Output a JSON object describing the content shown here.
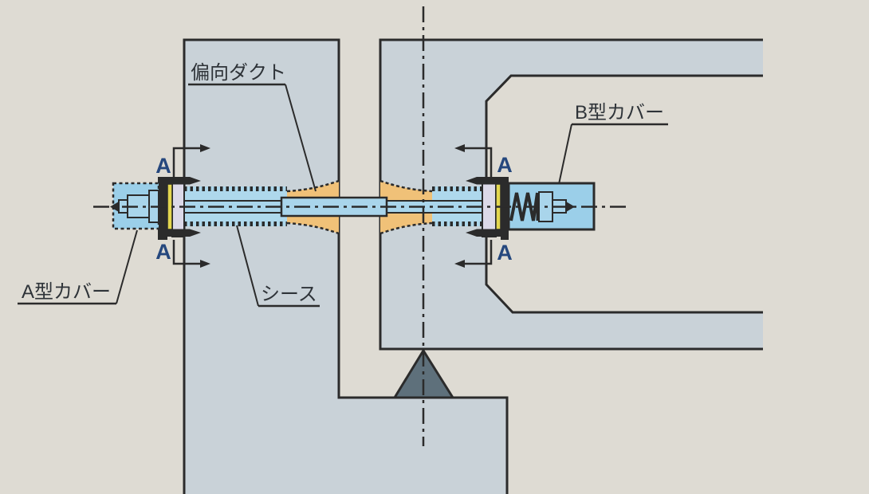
{
  "diagram": {
    "kind": "technical-cross-section",
    "labels": {
      "deflection_duct": "偏向ダクト",
      "cover_b": "B型カバー",
      "cover_a": "A型カバー",
      "sheath": "シース",
      "section_marker": "A"
    },
    "colors": {
      "background": "#dedbd3",
      "concrete": "#c9d2d8",
      "cover_blue": "#9bcfe9",
      "sheath_blue": "#aed8ec",
      "bar_blue": "#a9d5eb",
      "duct_orange": "#f0c178",
      "gasket_yellow": "#e3d64f",
      "recess_lavender": "#dcd9e8",
      "support_gray": "#5e707b",
      "line_dark": "#2b2b2b",
      "marker_navy": "#25477d",
      "label_text": "#2e3338"
    }
  }
}
